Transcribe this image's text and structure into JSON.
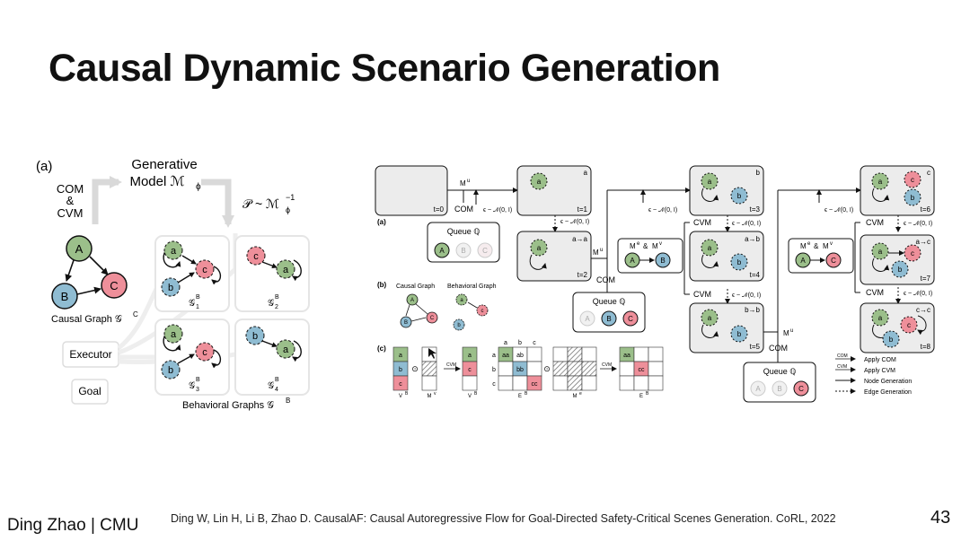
{
  "slide": {
    "title": "Causal Dynamic Scenario Generation",
    "author": "Ding Zhao | CMU",
    "citation": "Ding W, Lin H, Li B, Zhao D. CausalAF: Causal Autoregressive Flow for Goal-Directed Safety-Critical Scenes Generation. CoRL, 2022",
    "page": "43"
  },
  "left_panel": {
    "panel_label": "(a)",
    "com_label": "COM",
    "and_label": "&",
    "cvm_label": "CVM",
    "generative_label": "Generative",
    "model_label": "Model ℳ",
    "model_sub": "ϕ",
    "p_label": "𝒫 ~ ℳ",
    "p_sub": "ϕ",
    "p_sup": "−1",
    "causal_graph_label": "Causal Graph 𝒢",
    "causal_graph_sup": "C",
    "node_A": "A",
    "node_B": "B",
    "node_C": "C",
    "node_a": "a",
    "node_b": "b",
    "node_c": "c",
    "executor_label": "Executor",
    "goal_label": "Goal",
    "g1": "𝒢",
    "g1_sub": "1",
    "g2": "𝒢",
    "g2_sub": "2",
    "g3": "𝒢",
    "g3_sub": "3",
    "g4": "𝒢",
    "g4_sub": "4",
    "g_sup": "B",
    "behavioral_graphs_label": "Behavioral Graphs 𝒢",
    "behavioral_graphs_sup": "B"
  },
  "right_panel": {
    "label_a": "(a)",
    "label_b": "(b)",
    "label_c": "(c)",
    "t0": "t=0",
    "t1": "t=1",
    "t2": "t=2",
    "t3": "t=3",
    "t4": "t=4",
    "t5": "t=5",
    "t6": "t=6",
    "t7": "t=7",
    "t8": "t=8",
    "com": "COM",
    "cvm": "CVM",
    "mu": "M",
    "mu_sup": "u",
    "eps": "ϵ ~ 𝒩(0, I)",
    "queue": "Queue ℚ",
    "me_mv": "M",
    "me_mv_amp": "&",
    "me_sup": "e",
    "mv_sup": "v",
    "corner_a": "a",
    "corner_b": "b",
    "corner_c": "c",
    "aa_tag": "a→a",
    "ab_tag": "a→b",
    "bb_tag": "b→b",
    "ac_tag": "a→c",
    "cc_tag": "c→c",
    "causal_graph": "Causal Graph",
    "behavioral_graph": "Behavioral Graph",
    "legend_com": "Apply COM",
    "legend_cvm": "Apply CVM",
    "legend_node": "Node Generation",
    "legend_edge": "Edge Generation",
    "legend_com_tag": "COM",
    "legend_cvm_tag": "CVM",
    "matrix_v": "V",
    "matrix_v_sup": "B",
    "matrix_m": "M",
    "matrix_m_sup": "v",
    "matrix_e": "E",
    "matrix_e_sup": "B",
    "matrix_m2_sup": "e",
    "cell_aa": "aa",
    "cell_ab": "ab",
    "cell_bb": "bb",
    "cell_cc": "cc",
    "col_a": "a",
    "col_b": "b",
    "col_c": "c",
    "odot": "⊙",
    "cvm_arrow": "CVM"
  },
  "colors": {
    "green": "#9bbf8a",
    "blue": "#8fbcd2",
    "red": "#ee8f9a",
    "box_fill": "#ececec",
    "faint": "#bdbdbd"
  }
}
